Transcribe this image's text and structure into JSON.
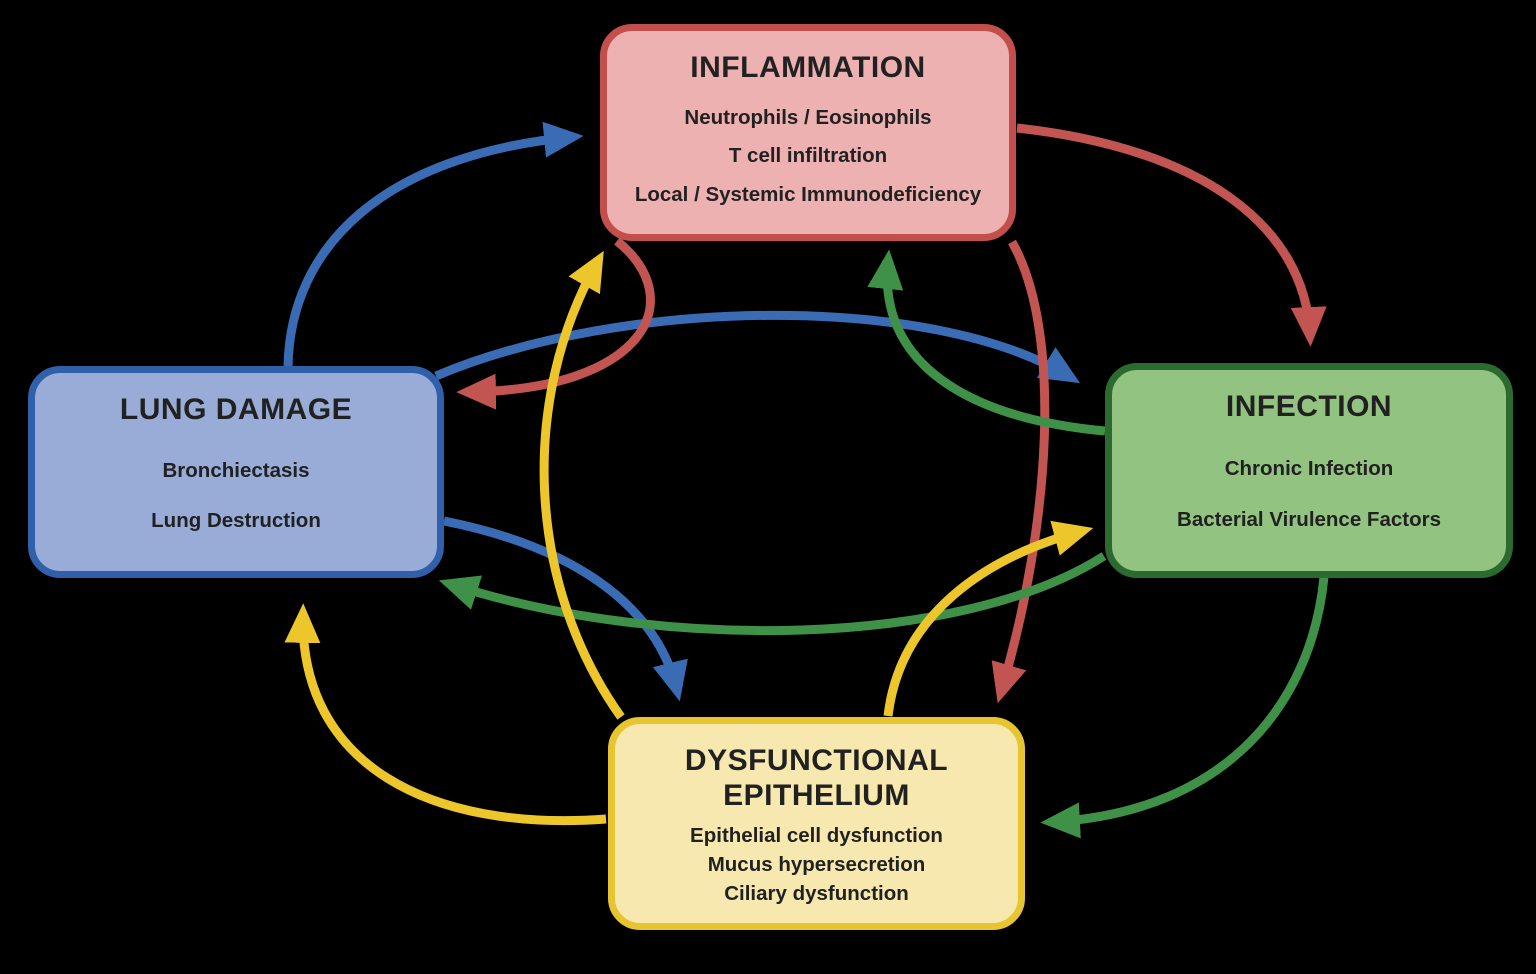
{
  "diagram": {
    "background_color": "#000000",
    "boxes": {
      "inflammation": {
        "title": "INFLAMMATION",
        "items": [
          "Neutrophils / Eosinophils",
          "T cell infiltration",
          "Local / Systemic Immunodeficiency"
        ],
        "fill": "#eeb1b1",
        "border": "#c24f4b"
      },
      "lung_damage": {
        "title": "LUNG DAMAGE",
        "items": [
          "Bronchiectasis",
          "Lung Destruction"
        ],
        "fill": "#98acd7",
        "border": "#3060aa"
      },
      "infection": {
        "title": "INFECTION",
        "items": [
          "Chronic Infection",
          "Bacterial Virulence Factors"
        ],
        "fill": "#92c380",
        "border": "#2c6b2f"
      },
      "dysfunctional_epithelium": {
        "title": "DYSFUNCTIONAL EPITHELIUM",
        "items": [
          "Epithelial cell dysfunction",
          "Mucus hypersecretion",
          "Ciliary dysfunction"
        ],
        "fill": "#f6e8af",
        "border": "#e7c530"
      }
    },
    "arrow_colors": {
      "blue": "#3a6cb5",
      "red": "#c25551",
      "green": "#3e9147",
      "yellow": "#edc62c"
    },
    "arrows": [
      {
        "id": "lung-to-inflammation",
        "from": "lung_damage",
        "to": "inflammation",
        "color": "blue"
      },
      {
        "id": "lung-to-infection",
        "from": "lung_damage",
        "to": "infection",
        "color": "blue"
      },
      {
        "id": "lung-to-epithelium",
        "from": "lung_damage",
        "to": "dysfunctional_epithelium",
        "color": "blue"
      },
      {
        "id": "inflammation-to-infection",
        "from": "inflammation",
        "to": "infection",
        "color": "red"
      },
      {
        "id": "inflammation-to-lung",
        "from": "inflammation",
        "to": "lung_damage",
        "color": "red"
      },
      {
        "id": "inflammation-to-epithelium",
        "from": "inflammation",
        "to": "dysfunctional_epithelium",
        "color": "red"
      },
      {
        "id": "infection-to-inflammation",
        "from": "infection",
        "to": "inflammation",
        "color": "green"
      },
      {
        "id": "infection-to-lung",
        "from": "infection",
        "to": "lung_damage",
        "color": "green"
      },
      {
        "id": "infection-to-epithelium",
        "from": "infection",
        "to": "dysfunctional_epithelium",
        "color": "green"
      },
      {
        "id": "epithelium-to-inflammation",
        "from": "dysfunctional_epithelium",
        "to": "inflammation",
        "color": "yellow"
      },
      {
        "id": "epithelium-to-infection",
        "from": "dysfunctional_epithelium",
        "to": "infection",
        "color": "yellow"
      },
      {
        "id": "epithelium-to-lung",
        "from": "dysfunctional_epithelium",
        "to": "lung_damage",
        "color": "yellow"
      }
    ]
  }
}
